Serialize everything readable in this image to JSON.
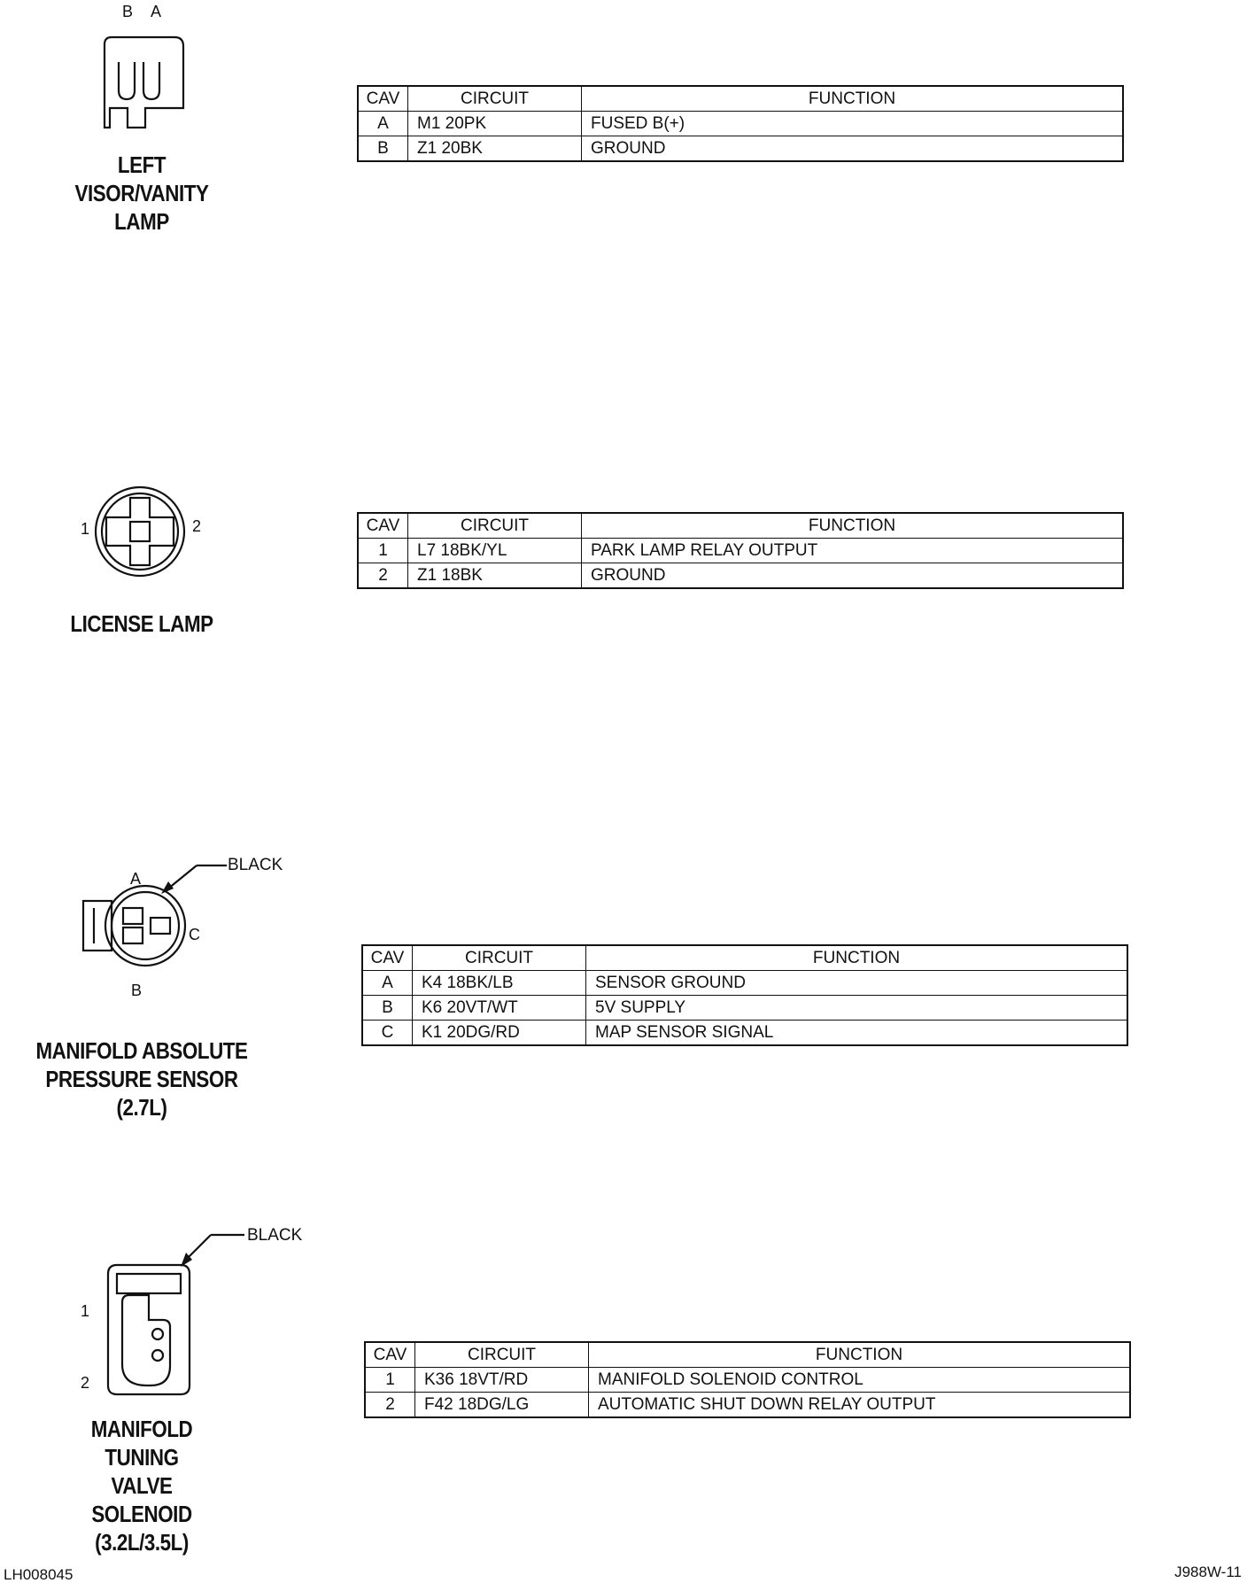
{
  "connectors": [
    {
      "title_lines": [
        "LEFT",
        "VISOR/VANITY",
        "LAMP"
      ],
      "pins": [
        "B",
        "A"
      ],
      "header": {
        "cav": "CAV",
        "circuit": "CIRCUIT",
        "function": "FUNCTION"
      },
      "rows": [
        {
          "cav": "A",
          "circuit": "M1 20PK",
          "function": "FUSED B(+)"
        },
        {
          "cav": "B",
          "circuit": "Z1 20BK",
          "function": "GROUND"
        }
      ]
    },
    {
      "title_lines": [
        "LICENSE LAMP"
      ],
      "pins": [
        "1",
        "2"
      ],
      "header": {
        "cav": "CAV",
        "circuit": "CIRCUIT",
        "function": "FUNCTION"
      },
      "rows": [
        {
          "cav": "1",
          "circuit": "L7 18BK/YL",
          "function": "PARK LAMP RELAY OUTPUT"
        },
        {
          "cav": "2",
          "circuit": "Z1 18BK",
          "function": "GROUND"
        }
      ]
    },
    {
      "title_lines": [
        "MANIFOLD ABSOLUTE",
        "PRESSURE SENSOR",
        "(2.7L)"
      ],
      "pins": [
        "A",
        "B",
        "C"
      ],
      "callout": "BLACK",
      "header": {
        "cav": "CAV",
        "circuit": "CIRCUIT",
        "function": "FUNCTION"
      },
      "rows": [
        {
          "cav": "A",
          "circuit": "K4 18BK/LB",
          "function": "SENSOR GROUND"
        },
        {
          "cav": "B",
          "circuit": "K6 20VT/WT",
          "function": "5V SUPPLY"
        },
        {
          "cav": "C",
          "circuit": "K1 20DG/RD",
          "function": "MAP SENSOR SIGNAL"
        }
      ]
    },
    {
      "title_lines": [
        "MANIFOLD",
        "TUNING",
        "VALVE",
        "SOLENOID",
        "(3.2L/3.5L)"
      ],
      "pins": [
        "1",
        "2"
      ],
      "callout": "BLACK",
      "header": {
        "cav": "CAV",
        "circuit": "CIRCUIT",
        "function": "FUNCTION"
      },
      "rows": [
        {
          "cav": "1",
          "circuit": "K36 18VT/RD",
          "function": "MANIFOLD SOLENOID CONTROL"
        },
        {
          "cav": "2",
          "circuit": "F42 18DG/LG",
          "function": "AUTOMATIC SHUT DOWN RELAY OUTPUT"
        }
      ]
    }
  ],
  "footer": {
    "left": "LH008045",
    "right": "J988W-11"
  }
}
